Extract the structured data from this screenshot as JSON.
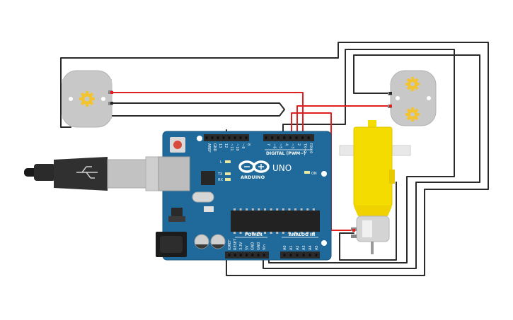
{
  "board": {
    "brand": "ARDUINO",
    "model": "UNO",
    "digital_header": "DIGITAL (PWM~)",
    "power_header": "POWER",
    "analog_header": "ANALOG IN",
    "on_led": "ON",
    "led_l": "L",
    "led_tx": "TX",
    "led_rx": "RX",
    "digital_pins": [
      "AREF",
      "GND",
      "13",
      "12",
      "~11",
      "~10",
      "~9",
      "8",
      "7",
      "~6",
      "~5",
      "4",
      "~3",
      "2",
      "TX→1",
      "RX←0"
    ],
    "power_pins": [
      "IOREF",
      "RESET",
      "3.3V",
      "5V",
      "GND",
      "GND",
      "Vin"
    ],
    "analog_pins": [
      "A0",
      "A1",
      "A2",
      "A3",
      "A4",
      "A5"
    ]
  },
  "colors": {
    "board": "#1f6a9a",
    "wire_red": "#e02020",
    "wire_black": "#2a2a2a",
    "motor_body": "#c8c8c8",
    "gear": "#f4c430",
    "gearbox": "#f5dc00"
  }
}
